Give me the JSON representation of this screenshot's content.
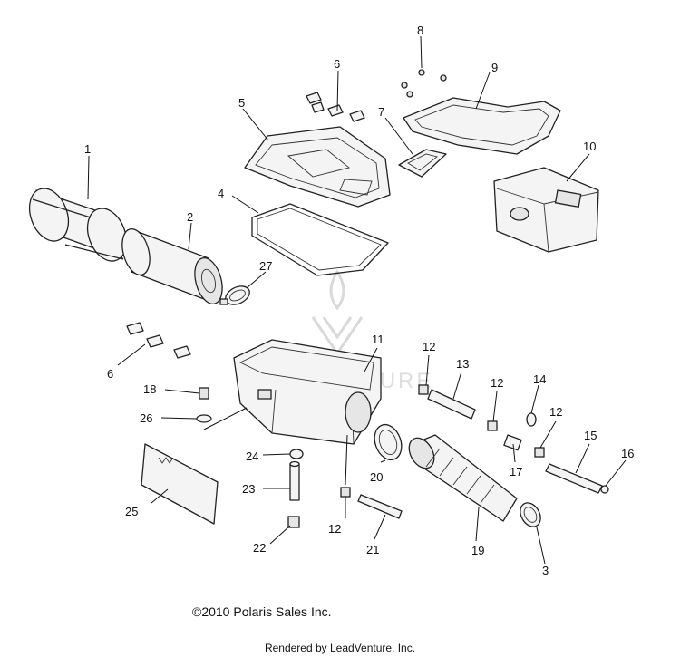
{
  "callouts": {
    "c1": "1",
    "c2": "2",
    "c3": "3",
    "c4": "4",
    "c5": "5",
    "c6a": "6",
    "c6b": "6",
    "c7": "7",
    "c8": "8",
    "c9": "9",
    "c10": "10",
    "c11": "11",
    "c12a": "12",
    "c12b": "12",
    "c12c": "12",
    "c12d": "12",
    "c13": "13",
    "c14": "14",
    "c15": "15",
    "c16": "16",
    "c17": "17",
    "c18": "18",
    "c19": "19",
    "c20": "20",
    "c21": "21",
    "c22": "22",
    "c23": "23",
    "c24": "24",
    "c25": "25",
    "c26": "26",
    "c27": "27"
  },
  "watermark": {
    "text": "LEADVENTURE"
  },
  "footer": {
    "copyright": "©2010 Polaris Sales Inc.",
    "rendered_by": "Rendered by LeadVenture, Inc."
  }
}
